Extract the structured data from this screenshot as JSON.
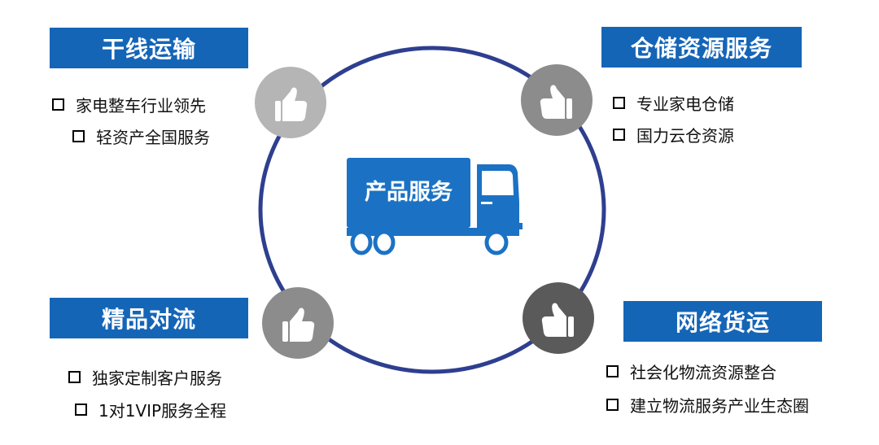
{
  "center": {
    "label": "产品服务"
  },
  "quadrants": {
    "top_left": {
      "title": "干线运输",
      "items": [
        "家电整车行业领先",
        "轻资产全国服务"
      ]
    },
    "top_right": {
      "title": "仓储资源服务",
      "items": [
        "专业家电仓储",
        "国力云仓资源"
      ]
    },
    "bottom_left": {
      "title": "精品对流",
      "items": [
        "独家定制客户服务",
        "1对1VIP服务全程"
      ]
    },
    "bottom_right": {
      "title": "网络货运",
      "items": [
        "社会化物流资源整合",
        "建立物流服务产业生态圈"
      ]
    }
  },
  "colors": {
    "title_bg": "#1565b7",
    "ring": "#2e3f8f",
    "truck": "#1b72c4",
    "thumb_light": "#b5b5b5",
    "thumb_mid": "#8c8c8c",
    "thumb_dark": "#5a5a5a"
  },
  "icons": {
    "thumbs": "thumbs-up-icon",
    "checkbox": "square-bullet-icon",
    "truck": "truck-icon"
  }
}
